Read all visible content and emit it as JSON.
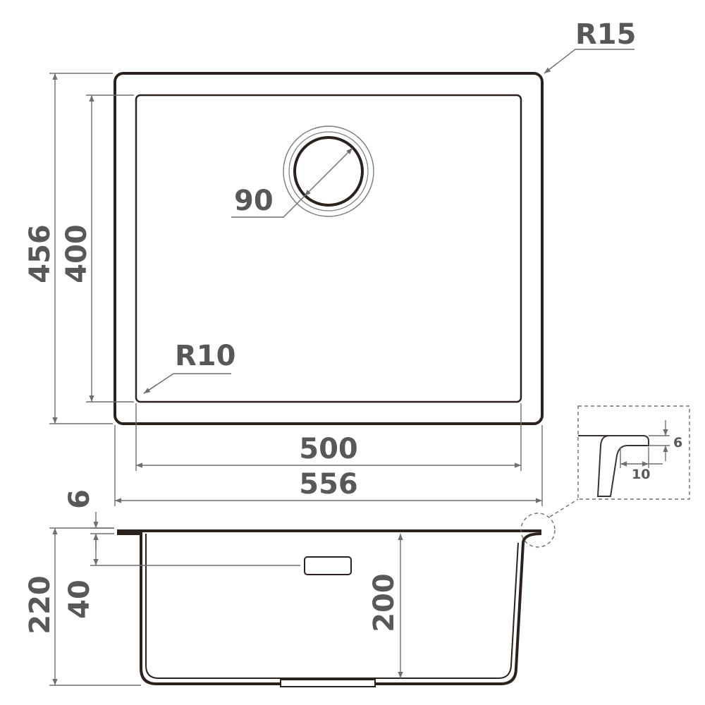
{
  "drawing": {
    "top_view": {
      "corner_radius_outer": "R15",
      "corner_radius_inner": "R10",
      "drain_diameter": "90",
      "outer_depth": "456",
      "inner_depth": "400",
      "inner_width": "500",
      "outer_width": "556"
    },
    "section_view": {
      "rim_thickness": "6",
      "total_height": "220",
      "overflow_offset": "40",
      "bowl_depth": "200"
    },
    "detail_view": {
      "lip_height": "6",
      "lip_width": "10"
    },
    "colors": {
      "outline": "#2b221e",
      "dimension": "#6e6e6e",
      "text": "#58585a"
    }
  }
}
